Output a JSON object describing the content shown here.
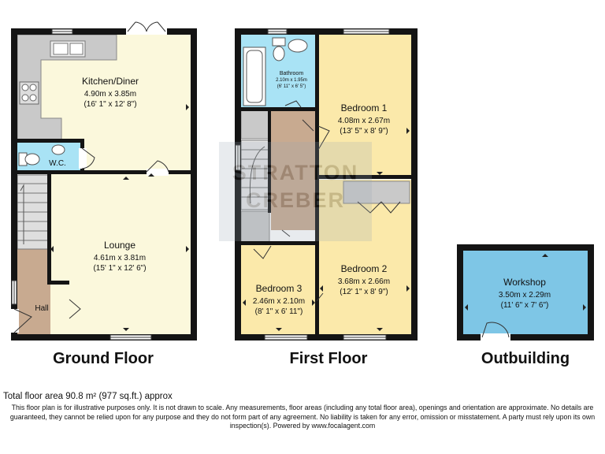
{
  "floors": {
    "ground": {
      "title": "Ground Floor",
      "rooms": {
        "kitchen": {
          "name": "Kitchen/Diner",
          "metric": "4.90m x 3.85m",
          "imperial": "(16' 1\" x 12' 8\")"
        },
        "wc": {
          "name": "W.C."
        },
        "lounge": {
          "name": "Lounge",
          "metric": "4.61m x 3.81m",
          "imperial": "(15' 1\" x 12' 6\")"
        },
        "hall": {
          "name": "Hall"
        }
      }
    },
    "first": {
      "title": "First Floor",
      "rooms": {
        "bathroom": {
          "name": "Bathroom",
          "metric": "2.10m x 1.95m",
          "imperial": "(6' 11\" x 6' 5\")"
        },
        "bedroom1": {
          "name": "Bedroom 1",
          "metric": "4.08m x 2.67m",
          "imperial": "(13' 5\" x 8' 9\")"
        },
        "bedroom2": {
          "name": "Bedroom 2",
          "metric": "3.68m x 2.66m",
          "imperial": "(12' 1\" x 8' 9\")"
        },
        "bedroom3": {
          "name": "Bedroom 3",
          "metric": "2.46m x 2.10m",
          "imperial": "(8' 1\" x 6' 11\")"
        }
      }
    },
    "outbuilding": {
      "title": "Outbuilding",
      "rooms": {
        "workshop": {
          "name": "Workshop",
          "metric": "3.50m x 2.29m",
          "imperial": "(11' 6\" x 7' 6\")"
        }
      }
    }
  },
  "watermark": {
    "line1": "STRATTON",
    "line2": "CREBER"
  },
  "footer": {
    "total_area": "Total floor area 90.8 m² (977 sq.ft.) approx",
    "disclaimer": "This floor plan is for illustrative purposes only. It is not drawn to scale. Any measurements, floor areas (including any total floor area), openings and orientation are approximate. No details are guaranteed, they cannot be relied upon for any purpose and they do not form part of any agreement. No liability is taken for any error, omission or misstatement. A party must rely upon its own inspection(s). Powered by www.focalagent.com"
  },
  "colors": {
    "wall": "#141414",
    "kitchen_floor": "#fbf8dc",
    "bedroom_floor": "#fbe9aa",
    "wet_room": "#a9e3f5",
    "hall_landing": "#c8aa90",
    "grey_fixture": "#c9c9c9",
    "workshop": "#7ec6e6"
  }
}
